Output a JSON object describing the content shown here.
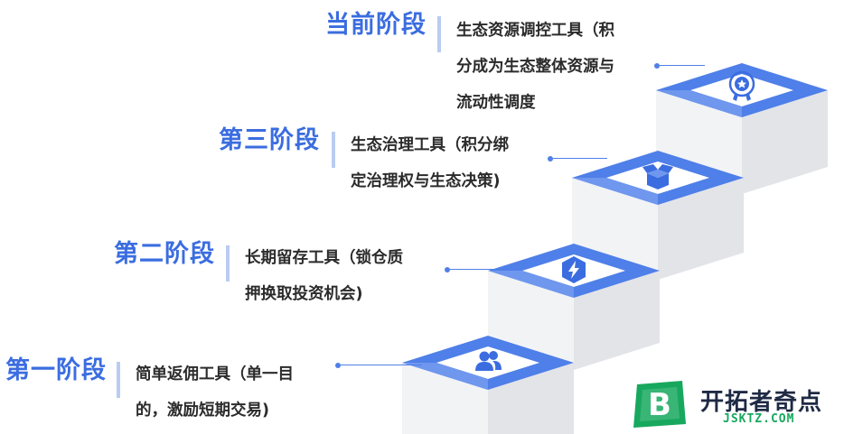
{
  "colors": {
    "accent": "#3b6de0",
    "step_border": "#4f7fe8",
    "step_fill": "#ffffff",
    "riser_light": "#f2f3f5",
    "riser_dark": "#e2e4e8",
    "logo_green": "#17a85e"
  },
  "stages": [
    {
      "title": "第一阶段",
      "lines": [
        "简单返佣工具（单一目",
        "的，激励短期交易)"
      ],
      "icon": "users-icon"
    },
    {
      "title": "第二阶段",
      "lines": [
        "长期留存工具（锁仓质",
        "押换取投资机会)"
      ],
      "icon": "lightning-shield-icon"
    },
    {
      "title": "第三阶段",
      "lines": [
        "生态治理工具（积分绑",
        "定治理权与生态决策)"
      ],
      "icon": "open-box-icon"
    },
    {
      "title": "当前阶段",
      "lines": [
        "生态资源调控工具（积",
        "分成为生态整体资源与",
        "流动性调度"
      ],
      "icon": "medal-icon"
    }
  ],
  "logo": {
    "letter": "B",
    "name": "开拓者奇点",
    "url": "JSKTZ.COM"
  }
}
